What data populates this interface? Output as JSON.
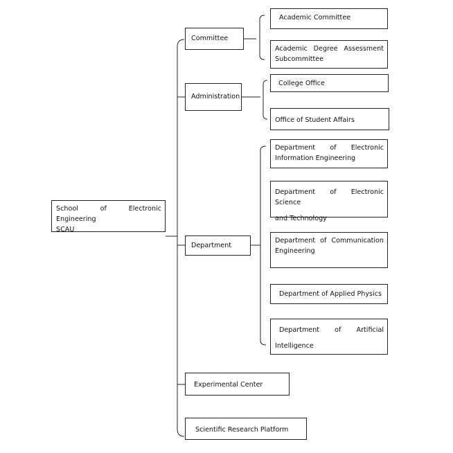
{
  "root": {
    "line1": "School of Electronic Engineering",
    "line2": "SCAU"
  },
  "branches": {
    "committee": "Committee",
    "administration": "Administration",
    "department": "Department",
    "experimental_center": "Experimental Center",
    "research_platform": "Scientific Research Platform"
  },
  "committee_children": {
    "academic": "Academic Committee",
    "degree_line1": "Academic Degree Assessment",
    "degree_line2": "Subcommittee"
  },
  "administration_children": {
    "college_office": "College Office",
    "student_affairs": "Office of Student Affairs"
  },
  "department_children": {
    "eie_line1": "Department of Electronic",
    "eie_line2": "Information Engineering",
    "est_line1": "Department of Electronic Science",
    "est_line2": "and Technology",
    "comm_line1": "Department of Communication",
    "comm_line2": "Engineering",
    "physics": "Department of Applied Physics",
    "ai_line1": "Department of Artificial",
    "ai_line2": "Intelligence"
  }
}
